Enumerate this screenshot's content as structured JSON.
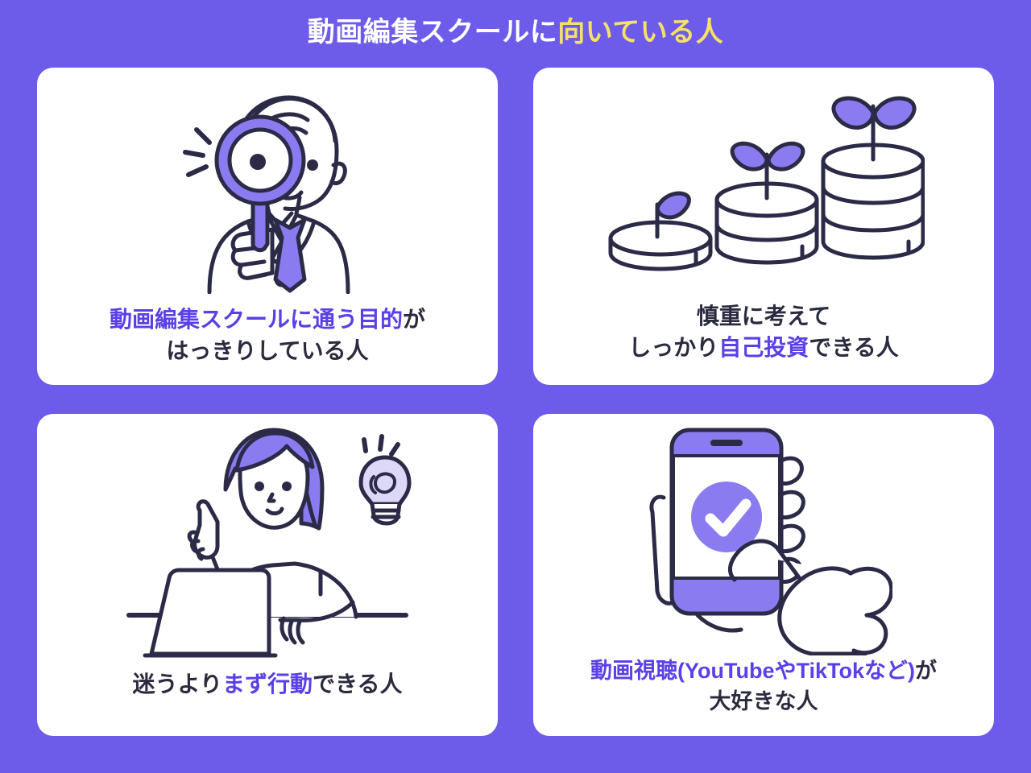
{
  "header": {
    "title_plain": "動画編集スクールに",
    "title_highlight": "向いている人",
    "title_full": "動画編集スクールに向いている人",
    "highlight_color": "#f6e166",
    "background_color": "#6d5bea",
    "title_color": "#ffffff"
  },
  "theme": {
    "card_background": "#ffffff",
    "accent_purple": "#8b7bf0",
    "text_purple": "#5b3fe8",
    "text_dark": "#2b2b40",
    "outline": "#2b2b47"
  },
  "cards": [
    {
      "id": "card-purpose",
      "illustration": "person-with-magnifying-glass-icon",
      "illustration_label": "スーツの人物が虫めがねを覗いている イラスト",
      "caption_line1_purple": "動画編集スクールに通う目的",
      "caption_line1_dark": "が",
      "caption_line2_dark": "はっきりしている人"
    },
    {
      "id": "card-investment",
      "illustration": "growing-coin-stacks-with-sprouts-icon",
      "illustration_label": "芽の生えたコインの山が3つ並ぶ イラスト",
      "caption_line1_dark": "慎重に考えて",
      "caption_line2_dark_pre": "しっかり",
      "caption_line2_purple": "自己投資",
      "caption_line2_dark_post": "できる人"
    },
    {
      "id": "card-action",
      "illustration": "woman-at-laptop-with-idea-icon",
      "illustration_label": "ノートパソコンに向かう女性と電球 イラスト",
      "caption_line1_dark_pre": "迷うより",
      "caption_line1_purple": "まず行動",
      "caption_line1_dark_post": "できる人"
    },
    {
      "id": "card-video-lover",
      "illustration": "hand-tapping-smartphone-check-icon",
      "illustration_label": "スマートフォンをタップする手とチェックマーク イラスト",
      "caption_line1_purple": "動画視聴(YouTubeやTikTokなど)",
      "caption_line1_dark": "が",
      "caption_line2_dark": "大好きな人"
    }
  ]
}
